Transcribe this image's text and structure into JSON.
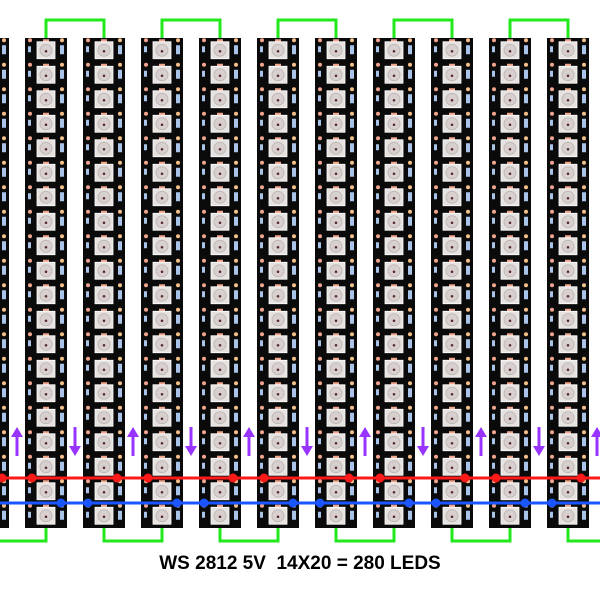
{
  "caption": "WS 2812 5V  14X20 = 280 LEDS",
  "leds_per_strip": 20,
  "arrows": [
    "up",
    "down",
    "up",
    "down",
    "up",
    "down",
    "up",
    "down",
    "up",
    "down",
    "up"
  ],
  "colors": {
    "strip": "#0a0a0a",
    "led_body": "#e6e2e0",
    "pad": "#f0a58c",
    "component": "#a9c4e8",
    "data_link": "#22e81c",
    "arrow": "#9933ff",
    "power_positive": "#ff1a1a",
    "power_ground": "#1a55ff"
  }
}
